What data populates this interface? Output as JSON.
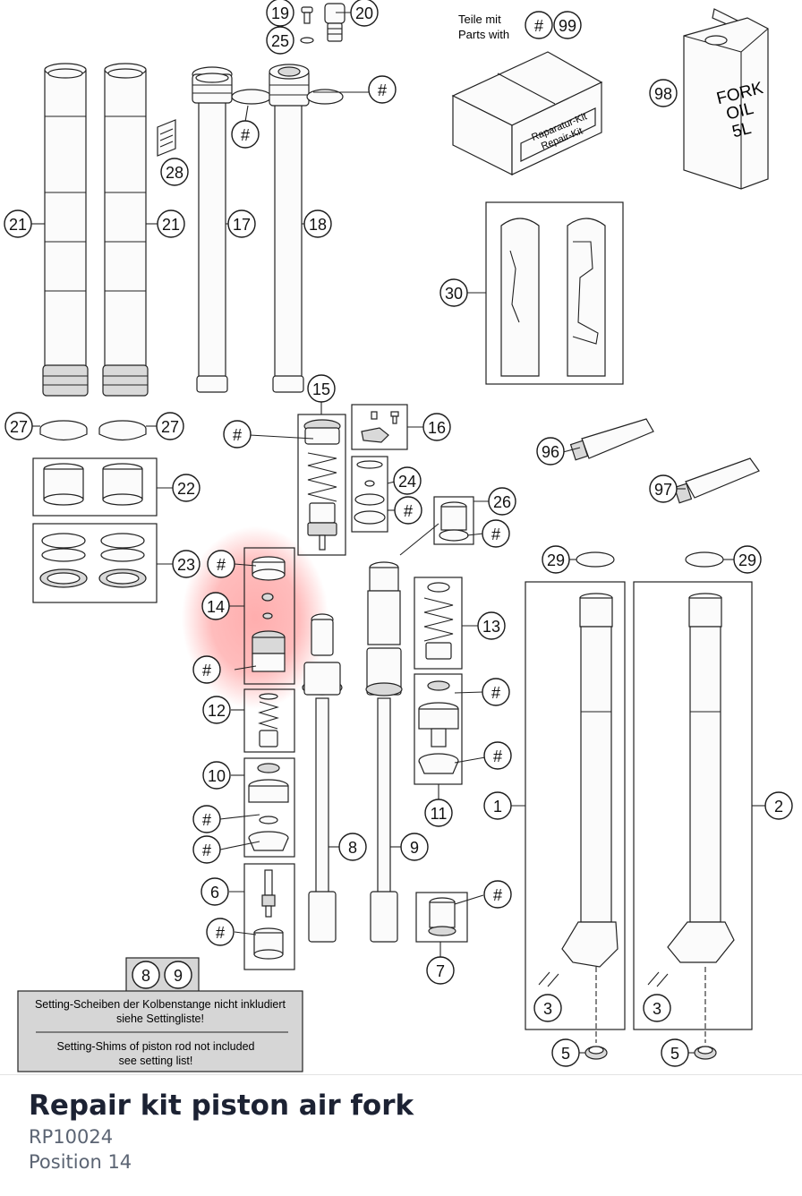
{
  "diagram": {
    "kit_note_line1": "Teile mit",
    "kit_note_line2": "Parts with",
    "box_label_line1": "Raparatur-Kit",
    "box_label_line2": "Repair-Kit",
    "oil_can_line1": "FORK",
    "oil_can_line2": "OIL",
    "oil_can_line3": "5L",
    "settings_note": {
      "de_line1": "Setting-Scheiben der Kolbenstange nicht inkludiert",
      "de_line2": "siehe Settingliste!",
      "en_line1": "Setting-Shims of piston rod not included",
      "en_line2": "see setting list!"
    },
    "highlighted_position": "14",
    "highlight_color": "#ff6b6b",
    "callouts": [
      {
        "id": "c19",
        "label": "19"
      },
      {
        "id": "c20",
        "label": "20"
      },
      {
        "id": "c25",
        "label": "25"
      },
      {
        "id": "c-hash-top",
        "label": "#"
      },
      {
        "id": "c99-hash",
        "label": "#"
      },
      {
        "id": "c99",
        "label": "99"
      },
      {
        "id": "c98",
        "label": "98"
      },
      {
        "id": "c-hash-17",
        "label": "#"
      },
      {
        "id": "c28",
        "label": "28"
      },
      {
        "id": "c21a",
        "label": "21"
      },
      {
        "id": "c21b",
        "label": "21"
      },
      {
        "id": "c17",
        "label": "17"
      },
      {
        "id": "c18",
        "label": "18"
      },
      {
        "id": "c30",
        "label": "30"
      },
      {
        "id": "c15",
        "label": "15"
      },
      {
        "id": "c27a",
        "label": "27"
      },
      {
        "id": "c27b",
        "label": "27"
      },
      {
        "id": "c-hash-15",
        "label": "#"
      },
      {
        "id": "c16",
        "label": "16"
      },
      {
        "id": "c96",
        "label": "96"
      },
      {
        "id": "c22",
        "label": "22"
      },
      {
        "id": "c24",
        "label": "24"
      },
      {
        "id": "c-hash-24",
        "label": "#"
      },
      {
        "id": "c26",
        "label": "26"
      },
      {
        "id": "c-hash-26",
        "label": "#"
      },
      {
        "id": "c97",
        "label": "97"
      },
      {
        "id": "c23",
        "label": "23"
      },
      {
        "id": "c-hash-14a",
        "label": "#"
      },
      {
        "id": "c14",
        "label": "14"
      },
      {
        "id": "c29a",
        "label": "29"
      },
      {
        "id": "c29b",
        "label": "29"
      },
      {
        "id": "c13",
        "label": "13"
      },
      {
        "id": "c-hash-14b",
        "label": "#"
      },
      {
        "id": "c-hash-11a",
        "label": "#"
      },
      {
        "id": "c12",
        "label": "12"
      },
      {
        "id": "c-hash-11b",
        "label": "#"
      },
      {
        "id": "c10",
        "label": "10"
      },
      {
        "id": "c11",
        "label": "11"
      },
      {
        "id": "c1",
        "label": "1"
      },
      {
        "id": "c2",
        "label": "2"
      },
      {
        "id": "c-hash-10a",
        "label": "#"
      },
      {
        "id": "c-hash-10b",
        "label": "#"
      },
      {
        "id": "c8",
        "label": "8"
      },
      {
        "id": "c9",
        "label": "9"
      },
      {
        "id": "c6",
        "label": "6"
      },
      {
        "id": "c-hash-7",
        "label": "#"
      },
      {
        "id": "c-hash-6",
        "label": "#"
      },
      {
        "id": "c7",
        "label": "7"
      },
      {
        "id": "c8b",
        "label": "8"
      },
      {
        "id": "c9b",
        "label": "9"
      },
      {
        "id": "c3a",
        "label": "3"
      },
      {
        "id": "c3b",
        "label": "3"
      },
      {
        "id": "c5a",
        "label": "5"
      },
      {
        "id": "c5b",
        "label": "5"
      }
    ]
  },
  "product": {
    "title": "Repair kit piston air fork",
    "sku": "RP10024",
    "position": "Position 14"
  }
}
